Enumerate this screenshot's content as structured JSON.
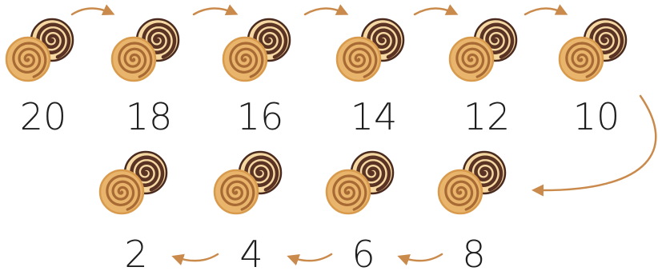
{
  "colors": {
    "arrow": "#c98a4b",
    "cookie_light": "#e9b46b",
    "cookie_light_rim": "#d89a4c",
    "cookie_dark_swirl": "#5a3324",
    "cookie_dark": "#6b3d2b",
    "cookie_dark_rim": "#4a2a1e",
    "cookie_cream": "#f6d9a2",
    "number": "#1e1e1e"
  },
  "cookie_icon": "swirl-cookie-pair",
  "sequence": {
    "top_row": [
      {
        "number": "20"
      },
      {
        "number": "18"
      },
      {
        "number": "16"
      },
      {
        "number": "14"
      },
      {
        "number": "12"
      },
      {
        "number": "10"
      }
    ],
    "bottom_row": [
      {
        "number": "2"
      },
      {
        "number": "4"
      },
      {
        "number": "6"
      },
      {
        "number": "8"
      }
    ]
  }
}
